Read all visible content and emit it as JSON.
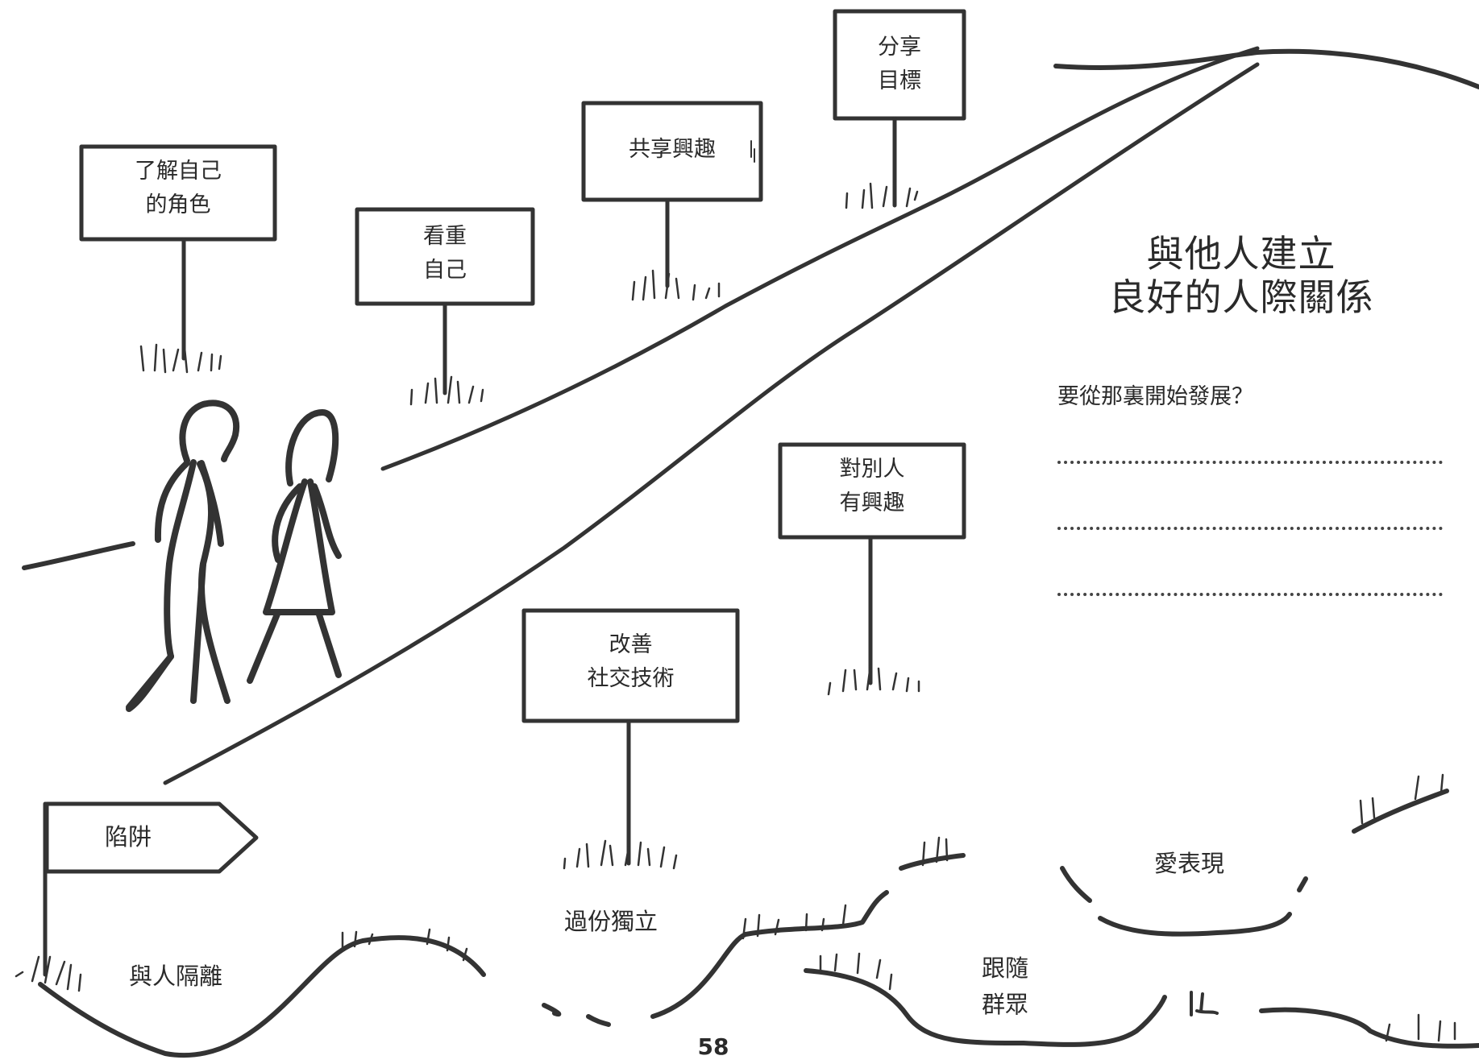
{
  "signs": {
    "understand_role": "了解自己\n的角色",
    "value_self": "看重\n自己",
    "shared_interest": "共享興趣",
    "share_goals": "分享\n目標",
    "interest_in_others": "對別人\n有興趣",
    "improve_social": "改善\n社交技術",
    "trap": "陷阱"
  },
  "pits": {
    "isolation": "與人隔離",
    "over_independent": "過份獨立",
    "follow_crowd": "跟隨\n群眾",
    "show_off": "愛表現"
  },
  "heading": {
    "title": "與他人建立\n良好的人際關係",
    "question": "要從那裏開始發展？"
  },
  "answer_lines": 3,
  "page_number": "58",
  "colors": {
    "ink": "#333333",
    "paper": "#ffffff"
  }
}
